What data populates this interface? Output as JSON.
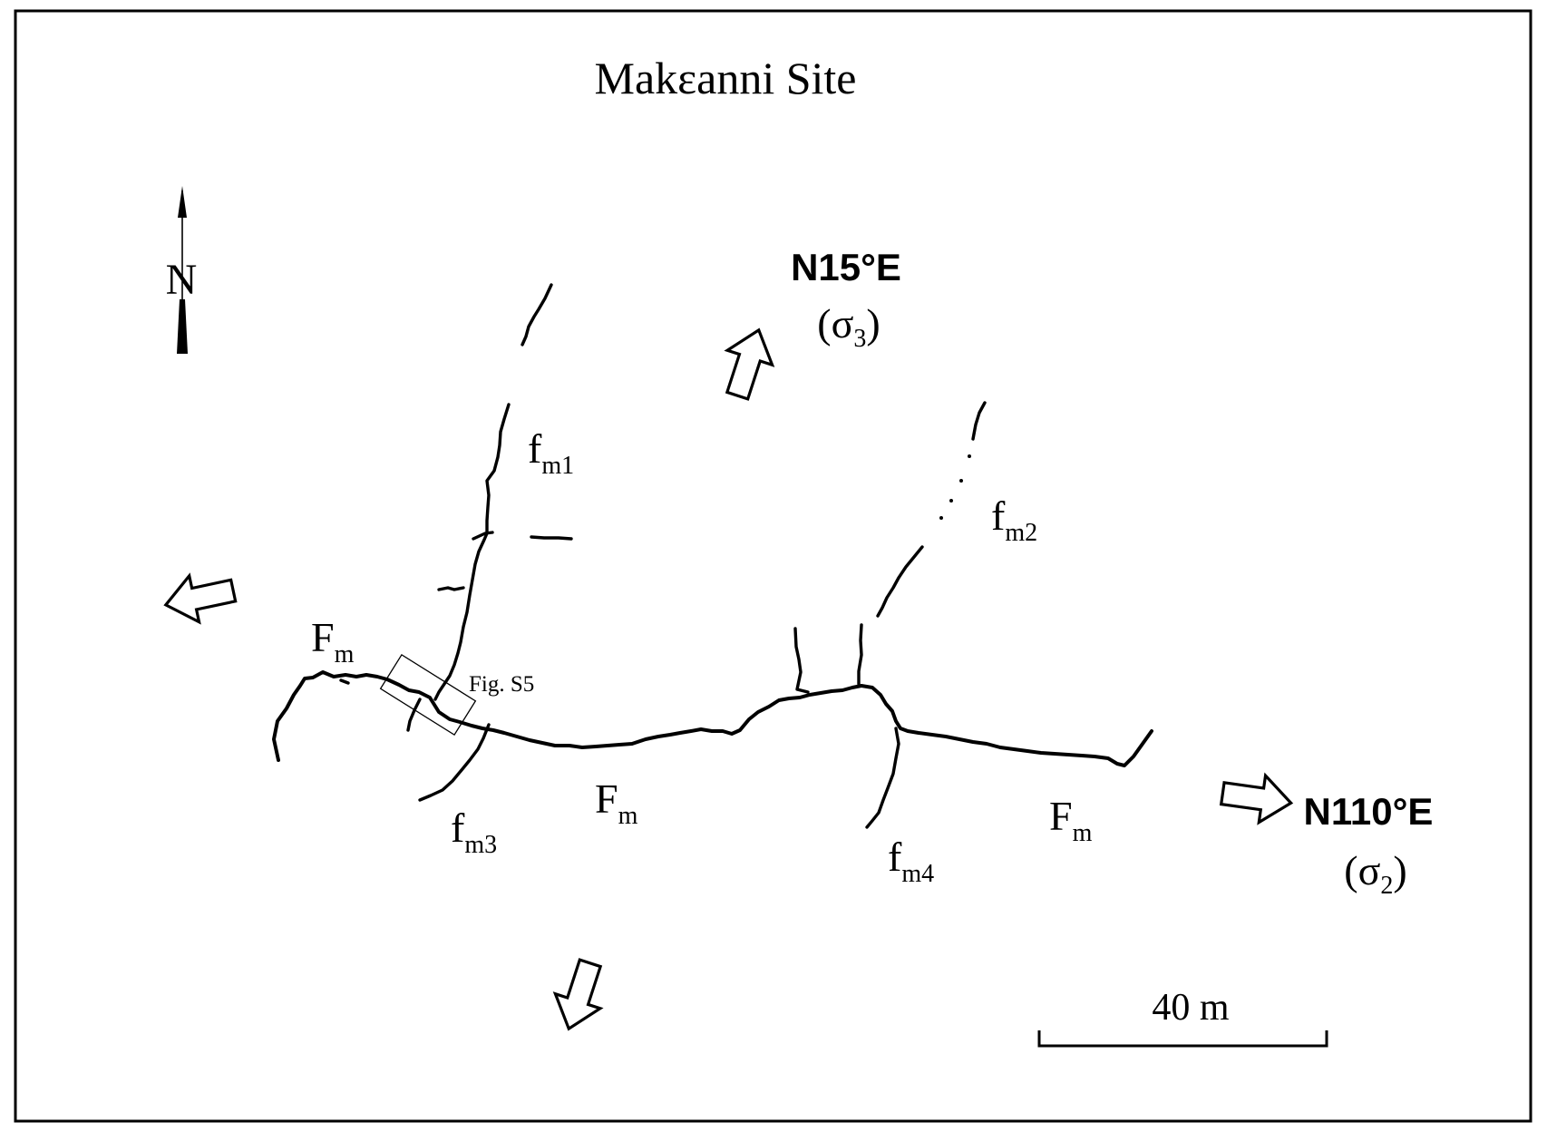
{
  "title": "Makεanni Site",
  "north_label": "N",
  "stress": {
    "sigma3": {
      "direction": "N15°E",
      "sigma": "σ",
      "subscript": "3"
    },
    "sigma2": {
      "direction": "N110°E",
      "sigma": "σ",
      "subscript": "2"
    }
  },
  "labels": {
    "fm1": {
      "main": "f",
      "sub": "m1"
    },
    "fm2": {
      "main": "f",
      "sub": "m2"
    },
    "fm3": {
      "main": "f",
      "sub": "m3"
    },
    "fm4": {
      "main": "f",
      "sub": "m4"
    },
    "Fm_left": {
      "main": "F",
      "sub": "m"
    },
    "Fm_center": {
      "main": "F",
      "sub": "m"
    },
    "Fm_right": {
      "main": "F",
      "sub": "m"
    }
  },
  "fig_ref": "Fig. S5",
  "scale_bar": {
    "label": "40 m"
  },
  "icons": [
    "north-arrow-icon",
    "open-arrow-icon"
  ]
}
